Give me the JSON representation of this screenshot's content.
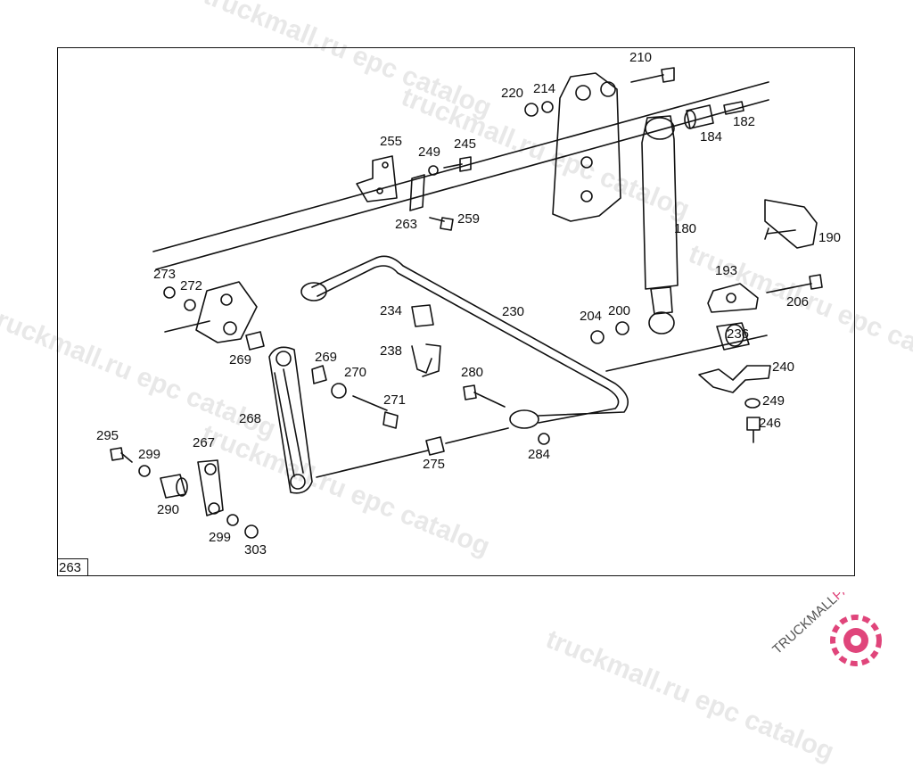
{
  "watermark": {
    "text": "truckmall.ru epc catalog"
  },
  "page_ref": "263",
  "logo": {
    "text_main": "TRUCKMALL",
    "text_accent": "PARTS",
    "accent_color": "#e0457b"
  },
  "parts": [
    {
      "id": "p210",
      "label": "210"
    },
    {
      "id": "p220",
      "label": "220"
    },
    {
      "id": "p214",
      "label": "214"
    },
    {
      "id": "p184",
      "label": "184"
    },
    {
      "id": "p182",
      "label": "182"
    },
    {
      "id": "p255",
      "label": "255"
    },
    {
      "id": "p249a",
      "label": "249"
    },
    {
      "id": "p245",
      "label": "245"
    },
    {
      "id": "p263",
      "label": "263"
    },
    {
      "id": "p259",
      "label": "259"
    },
    {
      "id": "p180",
      "label": "180"
    },
    {
      "id": "p190",
      "label": "190"
    },
    {
      "id": "p273",
      "label": "273"
    },
    {
      "id": "p272",
      "label": "272"
    },
    {
      "id": "p193",
      "label": "193"
    },
    {
      "id": "p206",
      "label": "206"
    },
    {
      "id": "p234",
      "label": "234"
    },
    {
      "id": "p230",
      "label": "230"
    },
    {
      "id": "p204",
      "label": "204"
    },
    {
      "id": "p200",
      "label": "200"
    },
    {
      "id": "p236",
      "label": "236"
    },
    {
      "id": "p269a",
      "label": "269"
    },
    {
      "id": "p238",
      "label": "238"
    },
    {
      "id": "p269b",
      "label": "269"
    },
    {
      "id": "p270",
      "label": "270"
    },
    {
      "id": "p280",
      "label": "280"
    },
    {
      "id": "p240",
      "label": "240"
    },
    {
      "id": "p271",
      "label": "271"
    },
    {
      "id": "p249b",
      "label": "249"
    },
    {
      "id": "p268",
      "label": "268"
    },
    {
      "id": "p246",
      "label": "246"
    },
    {
      "id": "p295",
      "label": "295"
    },
    {
      "id": "p267",
      "label": "267"
    },
    {
      "id": "p299a",
      "label": "299"
    },
    {
      "id": "p284",
      "label": "284"
    },
    {
      "id": "p275",
      "label": "275"
    },
    {
      "id": "p290",
      "label": "290"
    },
    {
      "id": "p299b",
      "label": "299"
    },
    {
      "id": "p303",
      "label": "303"
    }
  ]
}
